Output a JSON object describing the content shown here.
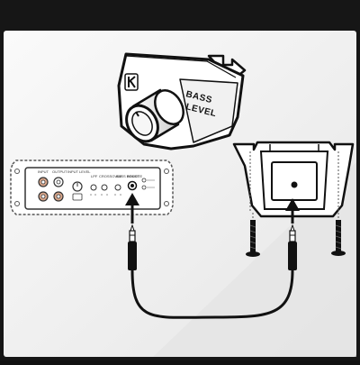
{
  "remote": {
    "label_line1": "BASS",
    "label_line2": "LEVEL",
    "logo_icon": "k-logo-icon"
  },
  "amplifier": {
    "labels": [
      "INPUT",
      "OUTPUT",
      "INPUT LEVEL",
      "LPF",
      "CROSSOVER",
      "BASS BOOST",
      "REMOTE"
    ]
  },
  "colors": {
    "frame": "#1a1a1a",
    "panel": "#f3f3f3",
    "line": "#111111",
    "accent_jack": "#d9a68a"
  }
}
